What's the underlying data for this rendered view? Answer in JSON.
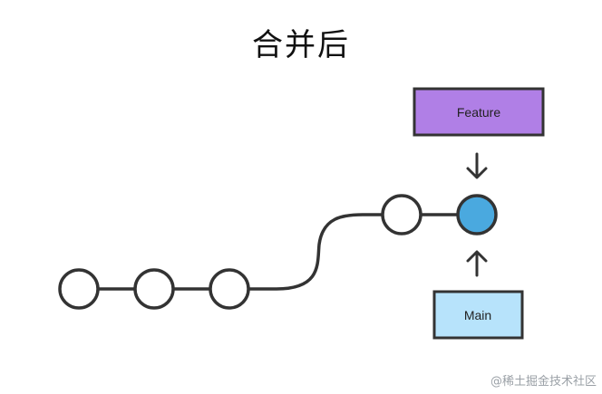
{
  "title": "合并后",
  "branches": {
    "feature": {
      "label": "Feature",
      "fill": "#b07fe6"
    },
    "main": {
      "label": "Main",
      "fill": "#b7e3fb"
    }
  },
  "commits": {
    "count": 5,
    "head_fill": "#4aa9df",
    "default_fill": "#ffffff"
  },
  "colors": {
    "stroke": "#333333"
  },
  "watermark": "@稀土掘金技术社区"
}
